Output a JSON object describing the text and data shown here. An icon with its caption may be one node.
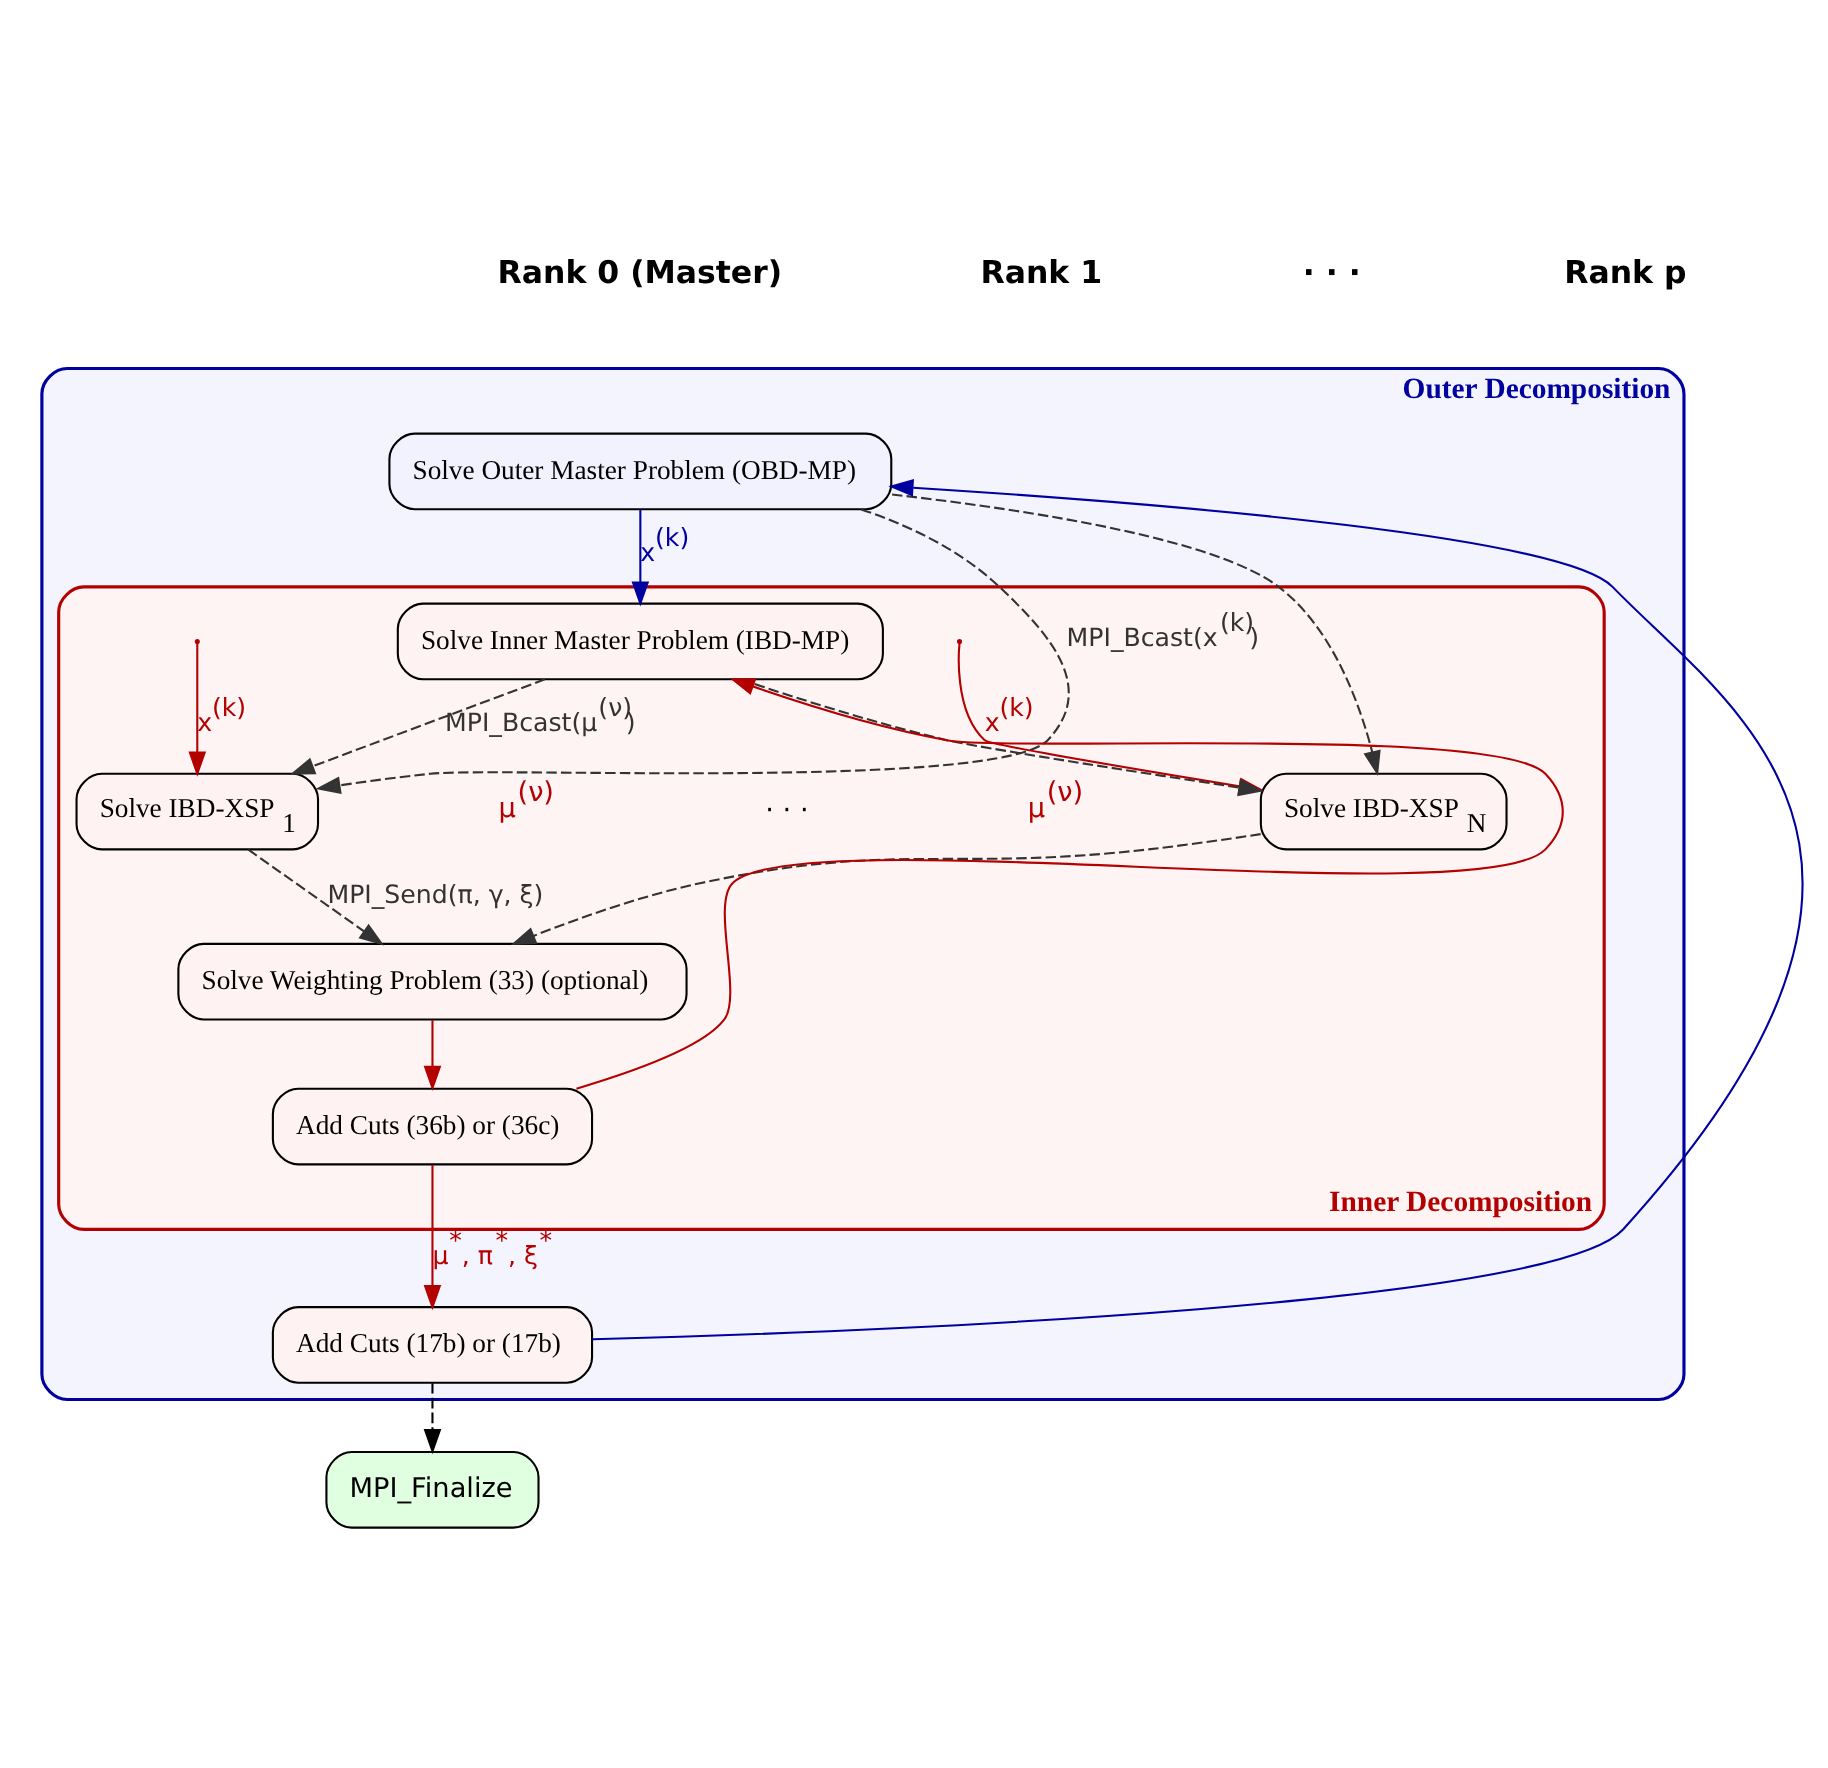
{
  "diagram": {
    "nodes": [
      {
        "text": [
          "Outer Decomposition"
        ]
      },
      {
        "text": [
          "Inner Decomposition"
        ],
        "in": 0
      },
      {
        "text": [
          "Solve Outer Master Problem (OBD-MP)"
        ],
        "in": 0
      },
      {
        "text": [
          "Solve Inner Master Problem (IBD-MP)"
        ],
        "in": 1
      },
      {
        "text": [
          "Solve IBD-XSP$_{1}$"
        ],
        "in": 1
      },
      {
        "text": [
          "Solve IBD-XSP$_{N}$"
        ],
        "in": 1
      },
      {
        "text": [
          "Solve Weighting Problem (33) (optional)"
        ],
        "in": 1
      },
      {
        "text": [
          "Add Cuts (36b) or (36c)"
        ],
        "in": 1
      },
      {
        "text": [
          "Add Cuts (17b) or (17b)"
        ],
        "in": 0
      },
      {
        "text": [
          "MPI_Finalize"
        ]
      }
    ],
    "edges": [
      {
        "from": 2,
        "to": 3,
        "arrow": "to",
        "label": "x$^{(k)}$",
        "color": "#00009f"
      },
      {
        "from": 2,
        "to": 4,
        "arrow": "to",
        "label": "MPI_Bcast(x$^{(k)}$)",
        "style": "dashed",
        "color": "#333333"
      },
      {
        "from": 2,
        "to": 5,
        "arrow": "to",
        "style": "dashed",
        "color": "#333333"
      },
      {
        "from": null,
        "to": 4,
        "arrow": "to",
        "label": "x$^{(k)}$",
        "color": "#b30000"
      },
      {
        "from": null,
        "to": 5,
        "arrow": "to",
        "label": "x$^{(k)}$",
        "color": "#b30000"
      },
      {
        "from": 3,
        "to": 4,
        "arrow": "to",
        "label": "MPI_Bcast(μ$^{(ν)}$)",
        "style": "dashed",
        "color": "#333333"
      },
      {
        "from": 3,
        "to": 5,
        "arrow": "to",
        "style": "dashed",
        "color": "#333333"
      },
      {
        "from": 4,
        "to": 6,
        "arrow": "to",
        "label": "MPI_Send(π, γ, ξ)",
        "style": "dashed",
        "color": "#333333"
      },
      {
        "from": 5,
        "to": 6,
        "arrow": "to",
        "style": "dashed",
        "color": "#333333"
      },
      {
        "from": 6,
        "to": 7,
        "arrow": "to",
        "color": "#b30000"
      },
      {
        "from": 7,
        "to": 3,
        "arrow": "to",
        "color": "#b30000"
      },
      {
        "from": 7,
        "to": 8,
        "arrow": "to",
        "label": "μ$^{*}$, π$^{*}$, ξ$^{*}$",
        "color": "#b30000"
      },
      {
        "from": 8,
        "to": 2,
        "arrow": "to",
        "color": "#00009f"
      },
      {
        "from": 8,
        "to": 9,
        "arrow": "to",
        "style": "dashed",
        "color": "#000000"
      }
    ],
    "labels": [
      "Rank 0 (Master)",
      "Rank 1",
      "· · ·",
      "Rank p",
      "μ$^{(ν)}$",
      "μ$^{(ν)}$",
      "· · ·"
    ]
  }
}
